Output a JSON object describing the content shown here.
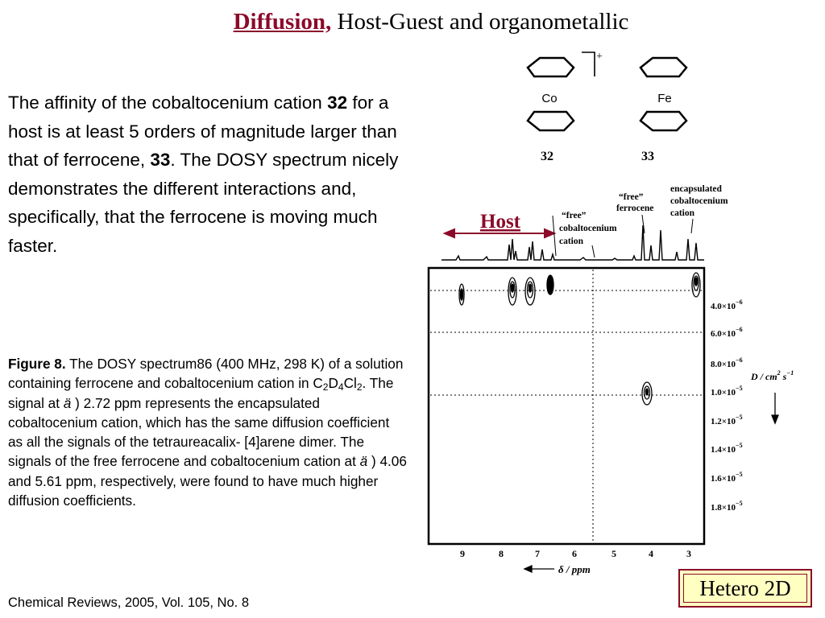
{
  "slide": {
    "title_accent": "Diffusion,",
    "title_rest": " Host-Guest and organometallic",
    "body": {
      "p1": "The affinity of the cobaltocenium cation ",
      "b1": "32",
      "p2": " for a host is at least 5 orders of magnitude larger than that of ferrocene, ",
      "b2": "33",
      "p3": ". The DOSY spectrum nicely demonstrates the different interactions and, specifically, that the ferrocene is moving much faster."
    },
    "caption": {
      "label": "Figure 8.",
      "t1": " The DOSY spectrum86 (400 MHz, 298 K) of a solution containing ferrocene and cobaltocenium cation in C",
      "s1": "2",
      "t2": "D",
      "s2": "4",
      "t3": "Cl",
      "s3": "2",
      "t4": ". The signal at ",
      "d1": "ä",
      "t5": " ) 2.72 ppm represents the encapsulated cobaltocenium cation, which has the same diffusion coefficient as all the signals of the tetraureacalix- [4]arene dimer. The signals of the free ferrocene and cobaltocenium cation at ",
      "d2": "ä",
      "t6": " ) 4.06 and 5.61 ppm, respectively, were found to have much higher diffusion coefficients."
    },
    "citation": "Chemical Reviews, 2005, Vol. 105, No. 8",
    "badge": "Hetero 2D"
  },
  "figure": {
    "compounds": [
      {
        "metal": "Co",
        "number": "32",
        "charge": "+"
      },
      {
        "metal": "Fe",
        "number": "33"
      }
    ],
    "host_label": "Host",
    "labels": {
      "free_cobaltocenium": [
        "“free”",
        "cobaltocenium",
        "cation"
      ],
      "free_ferrocene": [
        "“free”",
        "ferrocene"
      ],
      "encapsulated": [
        "encapsulated",
        "cobaltocenium",
        "cation"
      ]
    },
    "x_ticks": [
      "9",
      "8",
      "7",
      "6",
      "5",
      "4",
      "3"
    ],
    "x_axis_label": "δ / ppm",
    "y_ticks": [
      {
        "m": "4.0×10",
        "e": "−6"
      },
      {
        "m": "6.0×10",
        "e": "−6"
      },
      {
        "m": "8.0×10",
        "e": "−6"
      },
      {
        "m": "1.0×10",
        "e": "−5"
      },
      {
        "m": "1.2×10",
        "e": "−5"
      },
      {
        "m": "1.4×10",
        "e": "−5"
      },
      {
        "m": "1.6×10",
        "e": "−5"
      },
      {
        "m": "1.8×10",
        "e": "−5"
      }
    ],
    "y_axis_label": {
      "main": "D / cm",
      "sup1": "2",
      "mid": " s",
      "sup2": "−1"
    }
  },
  "colors": {
    "accent": "#8b0a2a",
    "badge_bg": "#ffffc2"
  }
}
